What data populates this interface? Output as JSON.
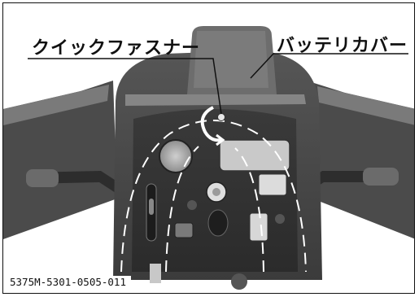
{
  "labels": {
    "quick_fastener": "クイックファスナー",
    "battery_cover": "バッテリカバー"
  },
  "figure_code": "5375M-5301-0505-011",
  "colors": {
    "body_dark": "#4a4a4a",
    "body_mid": "#6a6a6a",
    "body_light": "#a9a9a9",
    "panel_shade": "#2f2f2f",
    "dash": "#ffffff"
  }
}
